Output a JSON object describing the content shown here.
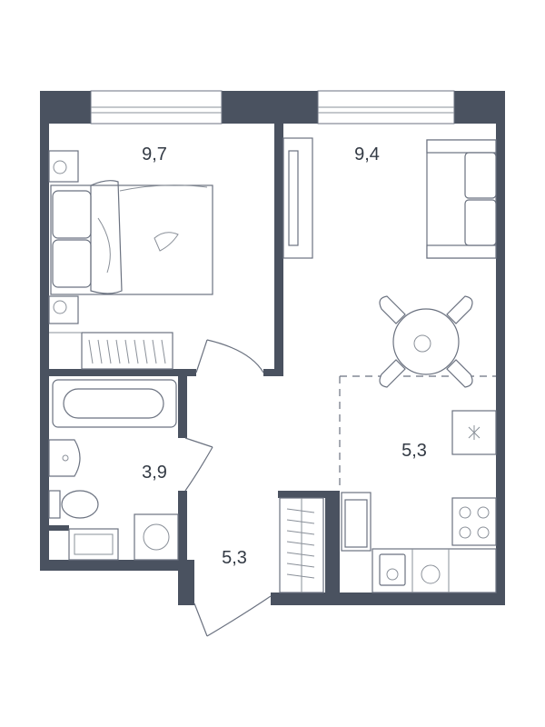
{
  "rooms": {
    "bedroom": {
      "area": "9,7"
    },
    "living": {
      "area": "9,4"
    },
    "kitchen": {
      "area": "5,3"
    },
    "bathroom": {
      "area": "3,9"
    },
    "hall": {
      "area": "5,3"
    }
  },
  "colors": {
    "wall": "#4a5260",
    "line": "#6b7280",
    "text": "#333a44"
  }
}
